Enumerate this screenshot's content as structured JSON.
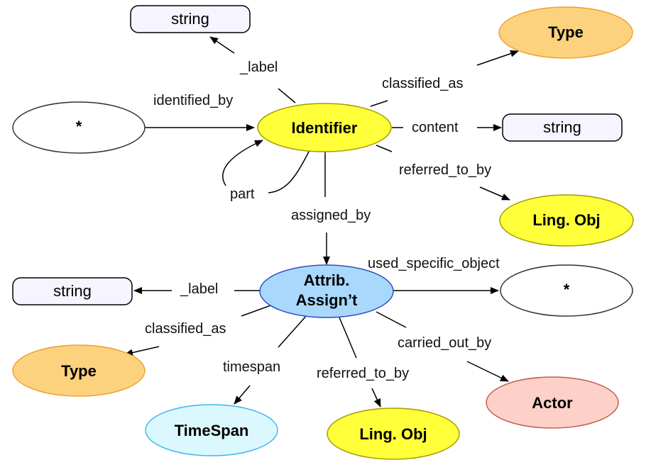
{
  "colors": {
    "identifier": "#ffff3a",
    "attrib": "#a8d8fc",
    "type": "#fdd27e",
    "ling_obj": "#ffff3a",
    "actor": "#fdd0c8",
    "timespan": "#dcf8ff",
    "string_box": "#f6f4ff",
    "blank": "#ffffff"
  },
  "nodes": {
    "identifier": "Identifier",
    "attrib_line1": "Attrib.",
    "attrib_line2": "Assign’t",
    "type_top": "Type",
    "type_bottom": "Type",
    "ling_obj_top": "Ling. Obj",
    "ling_obj_bottom": "Ling. Obj",
    "actor": "Actor",
    "timespan": "TimeSpan",
    "string_top": "string",
    "string_content": "string",
    "string_left": "string",
    "blank_left": "*",
    "blank_right": "*"
  },
  "edges": {
    "label_top": "_label",
    "identified_by": "identified_by",
    "classified_as_top": "classified_as",
    "content": "content",
    "referred_to_by_top": "referred_to_by",
    "part": "part",
    "assigned_by": "assigned_by",
    "used_specific_object": "used_specific_object",
    "label_bottom": "_label",
    "classified_as_bottom": "classified_as",
    "carried_out_by": "carried_out_by",
    "timespan": "timespan",
    "referred_to_by_bottom": "referred_to_by"
  }
}
